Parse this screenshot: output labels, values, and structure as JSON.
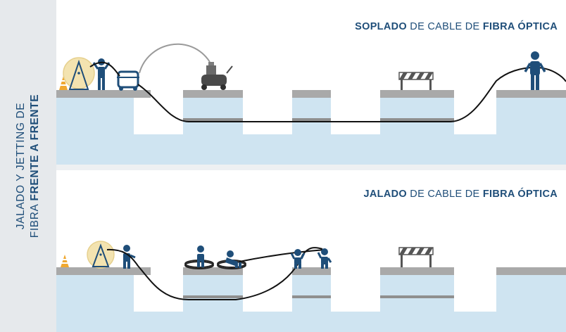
{
  "sidebar": {
    "line1": "JALADO Y JETTING DE",
    "line2_normal": "FIBRA ",
    "line2_bold": "FRENTE A FRENTE"
  },
  "panel_top": {
    "title_bold1": "SOPLADO",
    "title_normal": " DE CABLE DE ",
    "title_bold2": "FIBRA ÓPTICA"
  },
  "panel_bottom": {
    "title_bold1": "JALADO",
    "title_normal": " DE CABLE DE ",
    "title_bold2": "FIBRA ÓPTICA"
  },
  "colors": {
    "navy": "#1f4e79",
    "water": "#cfe4f1",
    "ground": "#a9a9a9",
    "cable": "#111111",
    "reel": "#f3e3b0",
    "cone": "#f0a830"
  }
}
